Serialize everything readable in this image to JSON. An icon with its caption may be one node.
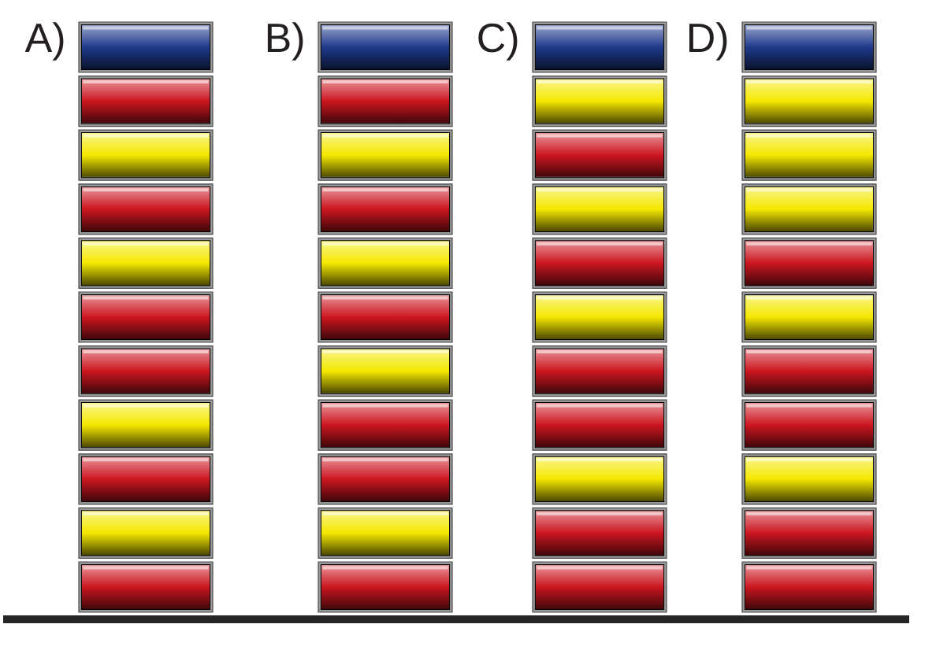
{
  "diagram": {
    "nodes": [
      {
        "text": [],
        "shape": "box"
      },
      {
        "text": [],
        "shape": "box"
      },
      {
        "text": [],
        "shape": "box"
      },
      {
        "text": [],
        "shape": "box"
      },
      {
        "text": [],
        "shape": "box"
      },
      {
        "text": [],
        "shape": "box"
      },
      {
        "text": [],
        "shape": "box"
      },
      {
        "text": [],
        "shape": "box"
      },
      {
        "text": [],
        "shape": "box"
      },
      {
        "text": [],
        "shape": "box"
      },
      {
        "text": [],
        "shape": "box"
      },
      {
        "text": [],
        "shape": "box"
      },
      {
        "text": [],
        "shape": "box"
      },
      {
        "text": [],
        "shape": "box"
      },
      {
        "text": [],
        "shape": "box"
      },
      {
        "text": [],
        "shape": "box"
      },
      {
        "text": [],
        "shape": "box"
      },
      {
        "text": [],
        "shape": "box"
      },
      {
        "text": [],
        "shape": "box"
      },
      {
        "text": [],
        "shape": "box"
      },
      {
        "text": [],
        "shape": "box"
      },
      {
        "text": [],
        "shape": "box"
      },
      {
        "text": [],
        "shape": "box"
      },
      {
        "text": [],
        "shape": "box"
      },
      {
        "text": [],
        "shape": "box"
      },
      {
        "text": [],
        "shape": "box"
      },
      {
        "text": [],
        "shape": "box"
      },
      {
        "text": [],
        "shape": "box"
      },
      {
        "text": [],
        "shape": "box"
      },
      {
        "text": [],
        "shape": "box"
      },
      {
        "text": [],
        "shape": "box"
      },
      {
        "text": [],
        "shape": "box"
      },
      {
        "text": [],
        "shape": "box"
      },
      {
        "text": [],
        "shape": "box"
      },
      {
        "text": [],
        "shape": "box"
      },
      {
        "text": [],
        "shape": "box"
      },
      {
        "text": [],
        "shape": "box"
      },
      {
        "text": [],
        "shape": "box"
      },
      {
        "text": [],
        "shape": "box"
      },
      {
        "text": [],
        "shape": "box"
      },
      {
        "text": [],
        "shape": "box"
      },
      {
        "text": [],
        "shape": "box"
      },
      {
        "text": [],
        "shape": "box"
      },
      {
        "text": [],
        "shape": "box"
      }
    ],
    "labels": [
      "A)",
      "B)",
      "C)",
      "D)"
    ]
  }
}
